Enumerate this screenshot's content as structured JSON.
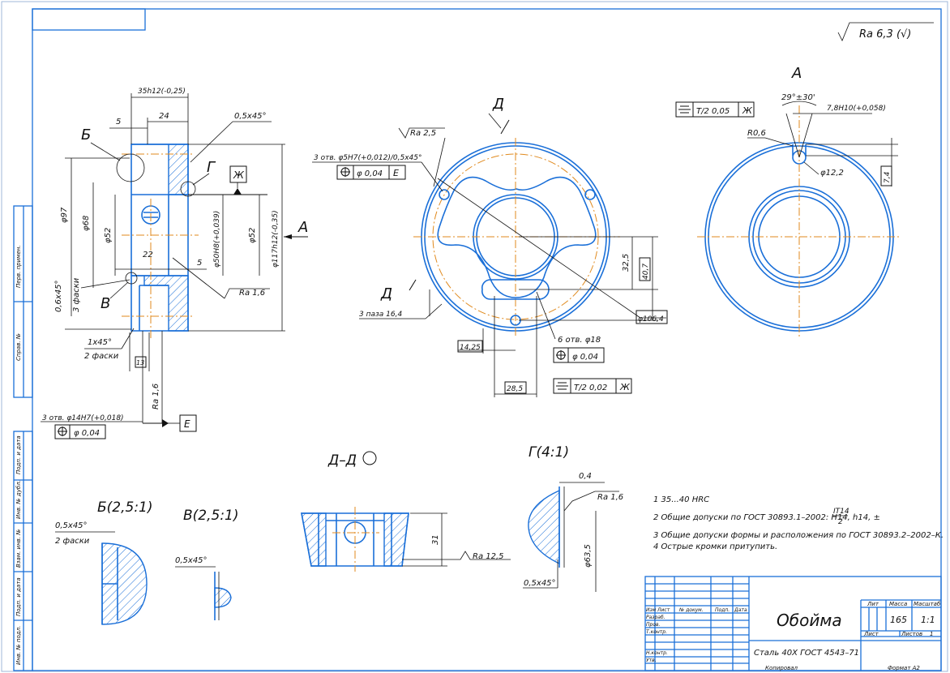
{
  "roughness_general": "Ra 6,3 (√)",
  "view_a_label": "А",
  "view_d_label": "Д",
  "section_dd_label": "Д–Д",
  "section_g_label": "Г(4:1)",
  "detail_b_label": "Б(2,5:1)",
  "detail_v_label": "В(2,5:1)",
  "marks": {
    "b": "Б",
    "v": "В",
    "g": "Г",
    "a_arrow": "А",
    "zh": "Ж",
    "e": "Е"
  },
  "left_dims": {
    "d35": "35h12(-0,25)",
    "d5": "5",
    "d24": "24",
    "chamfer": "0,5x45°",
    "phi97": "φ97",
    "phi68": "φ68",
    "phi52": "φ52",
    "phi50": "φ50H8(+0,039)",
    "phi52b": "φ52",
    "phi117": "φ117h12(-0,35)",
    "d22": "22",
    "d5b": "5",
    "ra16": "Ra 1,6",
    "chamf06": "0,6x45°",
    "faski3": "3 фаски",
    "chamf1": "1x45°",
    "faski2": "2 фаски",
    "d13": "13",
    "ra16v": "Ra 1,6",
    "holes14": "3 отв. φ14H7(+0,018)",
    "tol14": "φ 0,04",
    "tol14_base": "Е"
  },
  "center_dims": {
    "ra25": "Ra 2,5",
    "holes5": "3 отв. φ5H7(+0,012)/0,5x45°",
    "tol5": "φ 0,04",
    "tol5_base": "Е",
    "d325": "32,5",
    "d407": "40,7",
    "pazy": "3 паза 16,4",
    "phi1064": "φ106,4",
    "holes18": "6 отв. φ18",
    "tol18": "φ 0,04",
    "d1425": "14,25",
    "d285": "28,5",
    "sym": "T/2 0,02",
    "sym_base": "Ж"
  },
  "view_a_dims": {
    "sym": "T/2 0,05",
    "sym_base": "Ж",
    "angle": "29°±30'",
    "width": "7,8H10(+0,058)",
    "r06": "R0,6",
    "phi122": "φ12,2",
    "d74": "7,4"
  },
  "section_dims": {
    "d31": "31",
    "ra125": "Ra 12,5"
  },
  "g_dims": {
    "d04": "0,4",
    "ra16": "Ra 1,6",
    "phi635": "φ63,5",
    "chamf": "0,5x45°"
  },
  "b_dims": {
    "chamf": "0,5x45°",
    "faski": "2 фаски"
  },
  "v_dims": {
    "chamf": "0,5x45°"
  },
  "notes": [
    "1 35...40 HRC",
    "2 Общие допуски по ГОСТ 30893.1–2002: H14, h14, ±",
    "3 Общие допуски формы и расположения по ГОСТ 30893.2–2002–К.",
    "4 Острые кромки притупить."
  ],
  "note2_frac_top": "IT14",
  "note2_frac_bottom": "2",
  "title_block": {
    "part_name": "Обойма",
    "material": "Сталь 40Х  ГОСТ 4543–71",
    "lit_hdr": "Лит",
    "mass_hdr": "Масса",
    "scale_hdr": "Масштаб",
    "mass": "165",
    "scale": "1:1",
    "sheet_hdr": "Лист",
    "sheets_hdr": "Листов",
    "sheets_val": "1",
    "col_hdrs": [
      "Изм",
      "Лист",
      "№ докум.",
      "Подп.",
      "Дата"
    ],
    "rows": [
      "Разраб.",
      "Пров.",
      "Т.контр.",
      "",
      "Н.контр.",
      "Утв."
    ],
    "copied": "Копировал",
    "format": "Формат   А2"
  },
  "side_stamps": [
    "Перв. примен.",
    "Справ. №",
    "Подп. и дата",
    "Инв. № дубл.",
    "Взам. инв. №",
    "Подп. и дата",
    "Инв. № подл."
  ]
}
